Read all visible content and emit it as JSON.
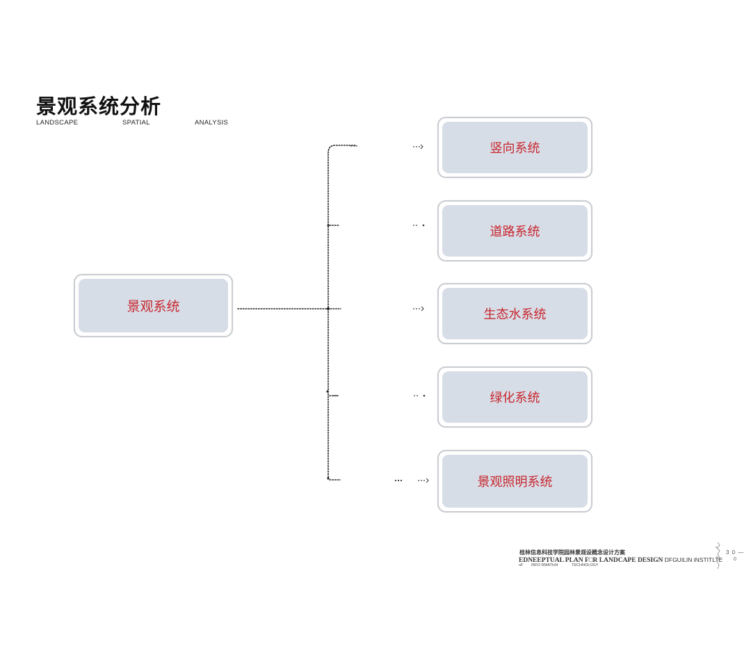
{
  "header": {
    "title": "景观系统分析",
    "subtitle_words": [
      "LANDSCAPE",
      "SPATIAL",
      "ANALYSIS"
    ]
  },
  "diagram": {
    "root": {
      "label": "景观系统"
    },
    "children": [
      {
        "label": "竖向系统"
      },
      {
        "label": "道路系统"
      },
      {
        "label": "生态水系统"
      },
      {
        "label": "绿化系统"
      },
      {
        "label": "景观照明系统"
      }
    ]
  },
  "footer": {
    "cn_line": "桂林信息科技学院园林景观设概念设计方案",
    "en_line_bold": "EDNEEPTUAL PLAN F□R LANDCAPE DESIGN",
    "en_line_light": " DFGUILIN  iNSTITLTE",
    "small_words": [
      "oF",
      "INFO RMATIoN",
      "TECHNOLOGY"
    ],
    "page_number": "3 0 —",
    "page_number_line2": "0"
  },
  "colors": {
    "accent_text": "#c8262e",
    "box_fill": "#d7dde7",
    "box_border": "#c9ccd1",
    "connector": "#222222"
  }
}
